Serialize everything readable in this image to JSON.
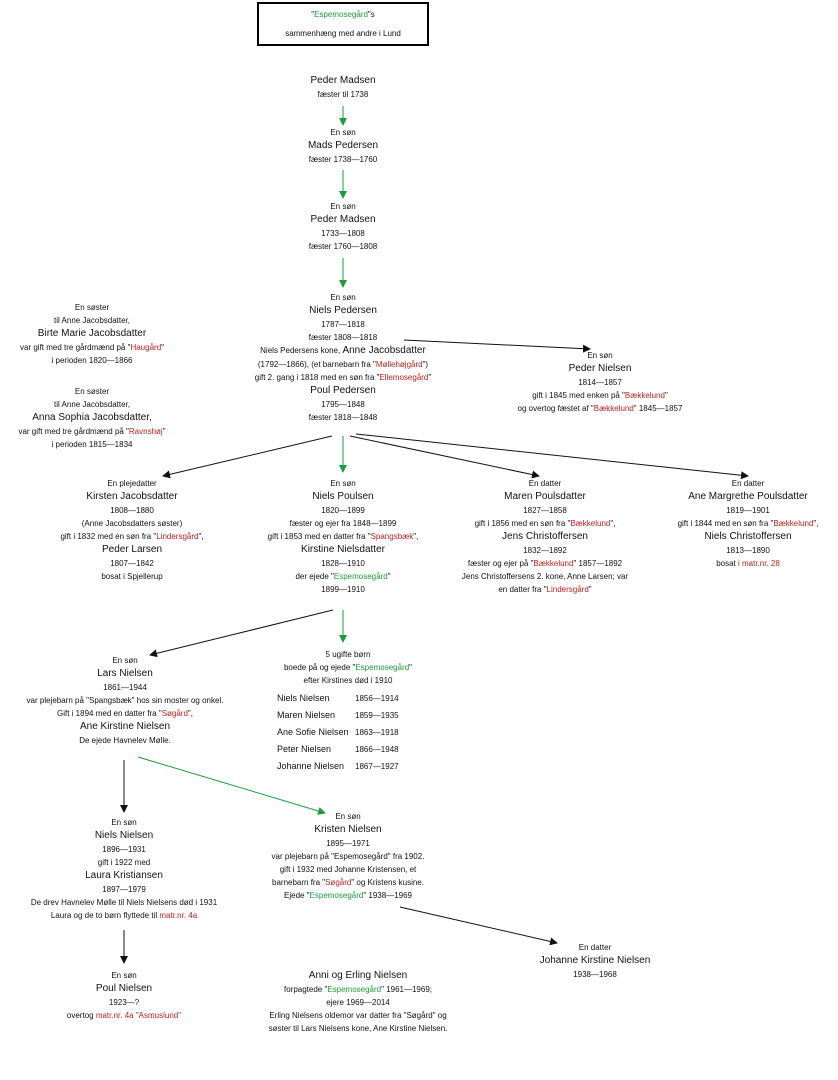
{
  "header": {
    "title_quote_open": "\"",
    "title_name": "Espemosegård",
    "title_quote_close": "\"s",
    "subtitle": "sammenhæng med andre i Lund"
  },
  "colors": {
    "link_red": "#c0211c",
    "espemose_green": "#1a9e3c",
    "arrow_black": "#111111"
  },
  "gen1": {
    "name": "Peder Madsen",
    "l1": "fæster til 1738"
  },
  "gen2": {
    "rel": "En søn",
    "name": "Mads Pedersen",
    "l1": "fæster 1738—1760"
  },
  "gen3": {
    "rel": "En søn",
    "name": "Peder Madsen",
    "l1": "1733—1808",
    "l2": "fæster 1760—1808"
  },
  "gen4": {
    "rel": "En søn",
    "name": "Niels Pedersen",
    "l1": "1787—1818",
    "l2": "fæster 1808—1818",
    "wife_pre": "Niels Pedersens kone,",
    "wife_name": "Anne Jacobsdatter",
    "wife_l1_pre": "(1792—1866), (et barnebarn fra \"",
    "wife_l1_link": "Møllehøjgård",
    "wife_l1_post": "\")",
    "wife_l2_pre": "gift 2. gang i 1818 med en søn fra \"",
    "wife_l2_link": "Ellemosegård",
    "wife_l2_post": "\"",
    "husband2_name": "Poul Pedersen",
    "husband2_l1": "1795—1848",
    "husband2_l2": "fæster 1818—1848"
  },
  "sister1": {
    "l1": "En søster",
    "l2": "til Anne Jacobsdatter,",
    "name": "Birte Marie Jacobsdatter",
    "l3_pre": "var gift med tre gårdmænd på \"",
    "l3_link": "Haugård",
    "l3_post": "\"",
    "l4": "i perioden 1820—1866"
  },
  "sister2": {
    "l1": "En søster",
    "l2": "til Anne Jacobsdatter,",
    "name": "Anna Sophia Jacobsdatter,",
    "l3_pre": "var gift med tre gårdmænd på \"",
    "l3_link": "Ravnshøj",
    "l3_post": "\"",
    "l4": "i perioden 1815—1834"
  },
  "peder_nielsen": {
    "rel": "En søn",
    "name": "Peder Nielsen",
    "l1": "1814—1857",
    "l2_pre": "gift i 1845 med enken på \"",
    "l2_link": "Bækkelund",
    "l2_post": "\"",
    "l3_pre": "og overtog fæstet af \"",
    "l3_link": "Bækkelund",
    "l3_post": "\" 1845—1857"
  },
  "kirsten": {
    "rel": "En plejedatter",
    "name": "Kirsten Jacobsdatter",
    "l1": "1808—1880",
    "l2": "(Anne Jacobsdatters søster)",
    "l3_pre": "gift i 1832 med en søn fra \"",
    "l3_link": "Lindersgård",
    "l3_post": "\",",
    "husband": "Peder Larsen",
    "l4": "1807—1842",
    "l5": "bosat i Spjellerup"
  },
  "niels_poulsen": {
    "rel": "En søn",
    "name": "Niels Poulsen",
    "l1": "1820—1899",
    "l2": "fæster og ejer fra 1848—1899",
    "l3_pre": "gift i 1853 med en datter fra \"",
    "l3_link": "Spangsbæk",
    "l3_post": "\",",
    "wife": "Kirstine Nielsdatter",
    "l4": "1828—1910",
    "l5_pre": "der ejede \"",
    "l5_link": "Espemosegård",
    "l5_post": "\"",
    "l6": "1899—1910"
  },
  "maren": {
    "rel": "En datter",
    "name": "Maren Poulsdatter",
    "l1": "1827—1858",
    "l2_pre": "gift i 1856 med en søn fra \"",
    "l2_link": "Bækkelund",
    "l2_post": "\",",
    "husband": "Jens Christoffersen",
    "l3": "1832—1892",
    "l4_pre": "fæster og ejer på \"",
    "l4_link": "Bækkelund",
    "l4_post": "\" 1857—1892",
    "l5": "Jens Christoffersens 2. kone, Anne Larsen; var",
    "l6_pre": "en datter fra \"",
    "l6_link": "Lindersgård",
    "l6_post": "\""
  },
  "ane_margrethe": {
    "rel": "En datter",
    "name": "Ane Margrethe Poulsdatter",
    "l1": "1819—1901",
    "l2_pre": "gift i 1844 med en søn fra \"",
    "l2_link": "Bækkelund",
    "l2_post": "\",",
    "husband": "Niels Christoffersen",
    "l3": "1813—1890",
    "l4_pre": "bosat ",
    "l4_link": "i matr.nr. 28"
  },
  "lars": {
    "rel": "En søn",
    "name": "Lars Nielsen",
    "l1": "1861—1944",
    "l2": "var plejebarn på \"Spangsbæk\" hos sin moster og onkel.",
    "l3_pre": "Gift i 1894 med en datter fra \"",
    "l3_link": "Søgård",
    "l3_post": "\",",
    "wife": "Ane Kirstine Nielsen",
    "l4": "De ejede Havnelev Mølle."
  },
  "unmarried": {
    "l1": "5 ugifte børn",
    "l2_pre": "boede på og ejede \"",
    "l2_link": "Espemosegård",
    "l2_post": "\"",
    "l3": "efter Kirstines død i 1910",
    "children": [
      {
        "name": "Niels Nielsen",
        "years": "1856—1914"
      },
      {
        "name": "Maren Nielsen",
        "years": "1859—1935"
      },
      {
        "name": "Ane Sofie Nielsen",
        "years": "1863—1918"
      },
      {
        "name": "Peter Nielsen",
        "years": "1866—1948"
      },
      {
        "name": "Johanne Nielsen",
        "years": "1867—1927"
      }
    ]
  },
  "niels_nielsen": {
    "rel": "En søn",
    "name": "Niels Nielsen",
    "l1": "1896—1931",
    "l2": "gift i 1922 med",
    "wife": "Laura Kristiansen",
    "l3": "1897—1979",
    "l4": "De drev Havnelev Mølle til Niels Nielsens død i 1931",
    "l5_pre": "Laura og de to børn flyttede til ",
    "l5_link": "matr.nr. 4a"
  },
  "kristen": {
    "rel": "En søn",
    "name": "Kristen Nielsen",
    "l1": "1895—1971",
    "l2": "var plejebarn på \"Espemosegård\" fra 1902.",
    "l3": "gift i 1932 med Johanne Kristensen, et",
    "l4_pre": "barnebarn fra \"",
    "l4_link": "Søgård",
    "l4_post": "\" og Kristens kusine.",
    "l5_pre": "Ejede \"",
    "l5_link": "Espemosegård",
    "l5_post": "\" 1938—1969"
  },
  "johanne": {
    "rel": "En datter",
    "name": "Johanne Kirstine Nielsen",
    "l1": "1938—1968"
  },
  "poul": {
    "rel": "En søn",
    "name": "Poul Nielsen",
    "l1": "1923—?",
    "l2_pre": "overtog ",
    "l2_link": "matr.nr. 4a \"Asmuslund\""
  },
  "anni_erling": {
    "name": "Anni og Erling Nielsen",
    "l1_pre": "forpagtede \"",
    "l1_link": "Espemosegård",
    "l1_post": "\" 1961—1969;",
    "l2": "ejere 1969—2014",
    "l3": "Erling Nielsens oldemor var datter fra \"Søgård\" og",
    "l4": "søster til Lars Nielsens kone, Ane Kirstine Nielsen."
  }
}
